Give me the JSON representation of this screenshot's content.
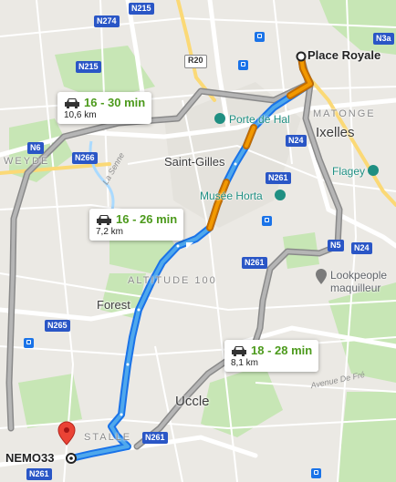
{
  "places": {
    "place_royale": "Place Royale",
    "matonge": "MATONGE",
    "ixelles": "Ixelles",
    "porte_de_hal": "Porte de Hal",
    "saint_gilles": "Saint-Gilles",
    "musee_horta": "Musée Horta",
    "flagey": "Flagey",
    "altitude_100": "ALTITUDE 100",
    "forest": "Forest",
    "lookpeople": "Lookpeople\nmaquilleur",
    "uccle": "Uccle",
    "stalle": "STALLE",
    "weyde": "WEYDE",
    "la_senne": "La Senne",
    "avenue_de_fre": "Avenue De Fré"
  },
  "endpoints": {
    "start": "Place Royale",
    "end": "NEMO33"
  },
  "routes": [
    {
      "id": "route-main",
      "time": "16 - 26 min",
      "distance": "7,2 km",
      "selected": true
    },
    {
      "id": "route-west",
      "time": "16 - 30 min",
      "distance": "10,6 km",
      "selected": false
    },
    {
      "id": "route-east",
      "time": "18 - 28 min",
      "distance": "8,1 km",
      "selected": false
    }
  ],
  "road_shields": {
    "n274": "N274",
    "n215_top": "N215",
    "r20": "R20",
    "n3a": "N3a",
    "n215": "N215",
    "n24_a": "N24",
    "n6": "N6",
    "n266": "N266",
    "n261_a": "N261",
    "n5": "N5",
    "n24_b": "N24",
    "n261_b": "N261",
    "n265": "N265",
    "n261_c": "N261",
    "n261_d": "N261"
  },
  "colors": {
    "route_selected": "#1a73e8",
    "route_selected_fill": "#4fa8ec",
    "traffic_slow": "#f29900",
    "route_alternate": "#9e9e9e",
    "travel_time_text": "#4c9a1c",
    "destination_pin": "#ea4335"
  }
}
